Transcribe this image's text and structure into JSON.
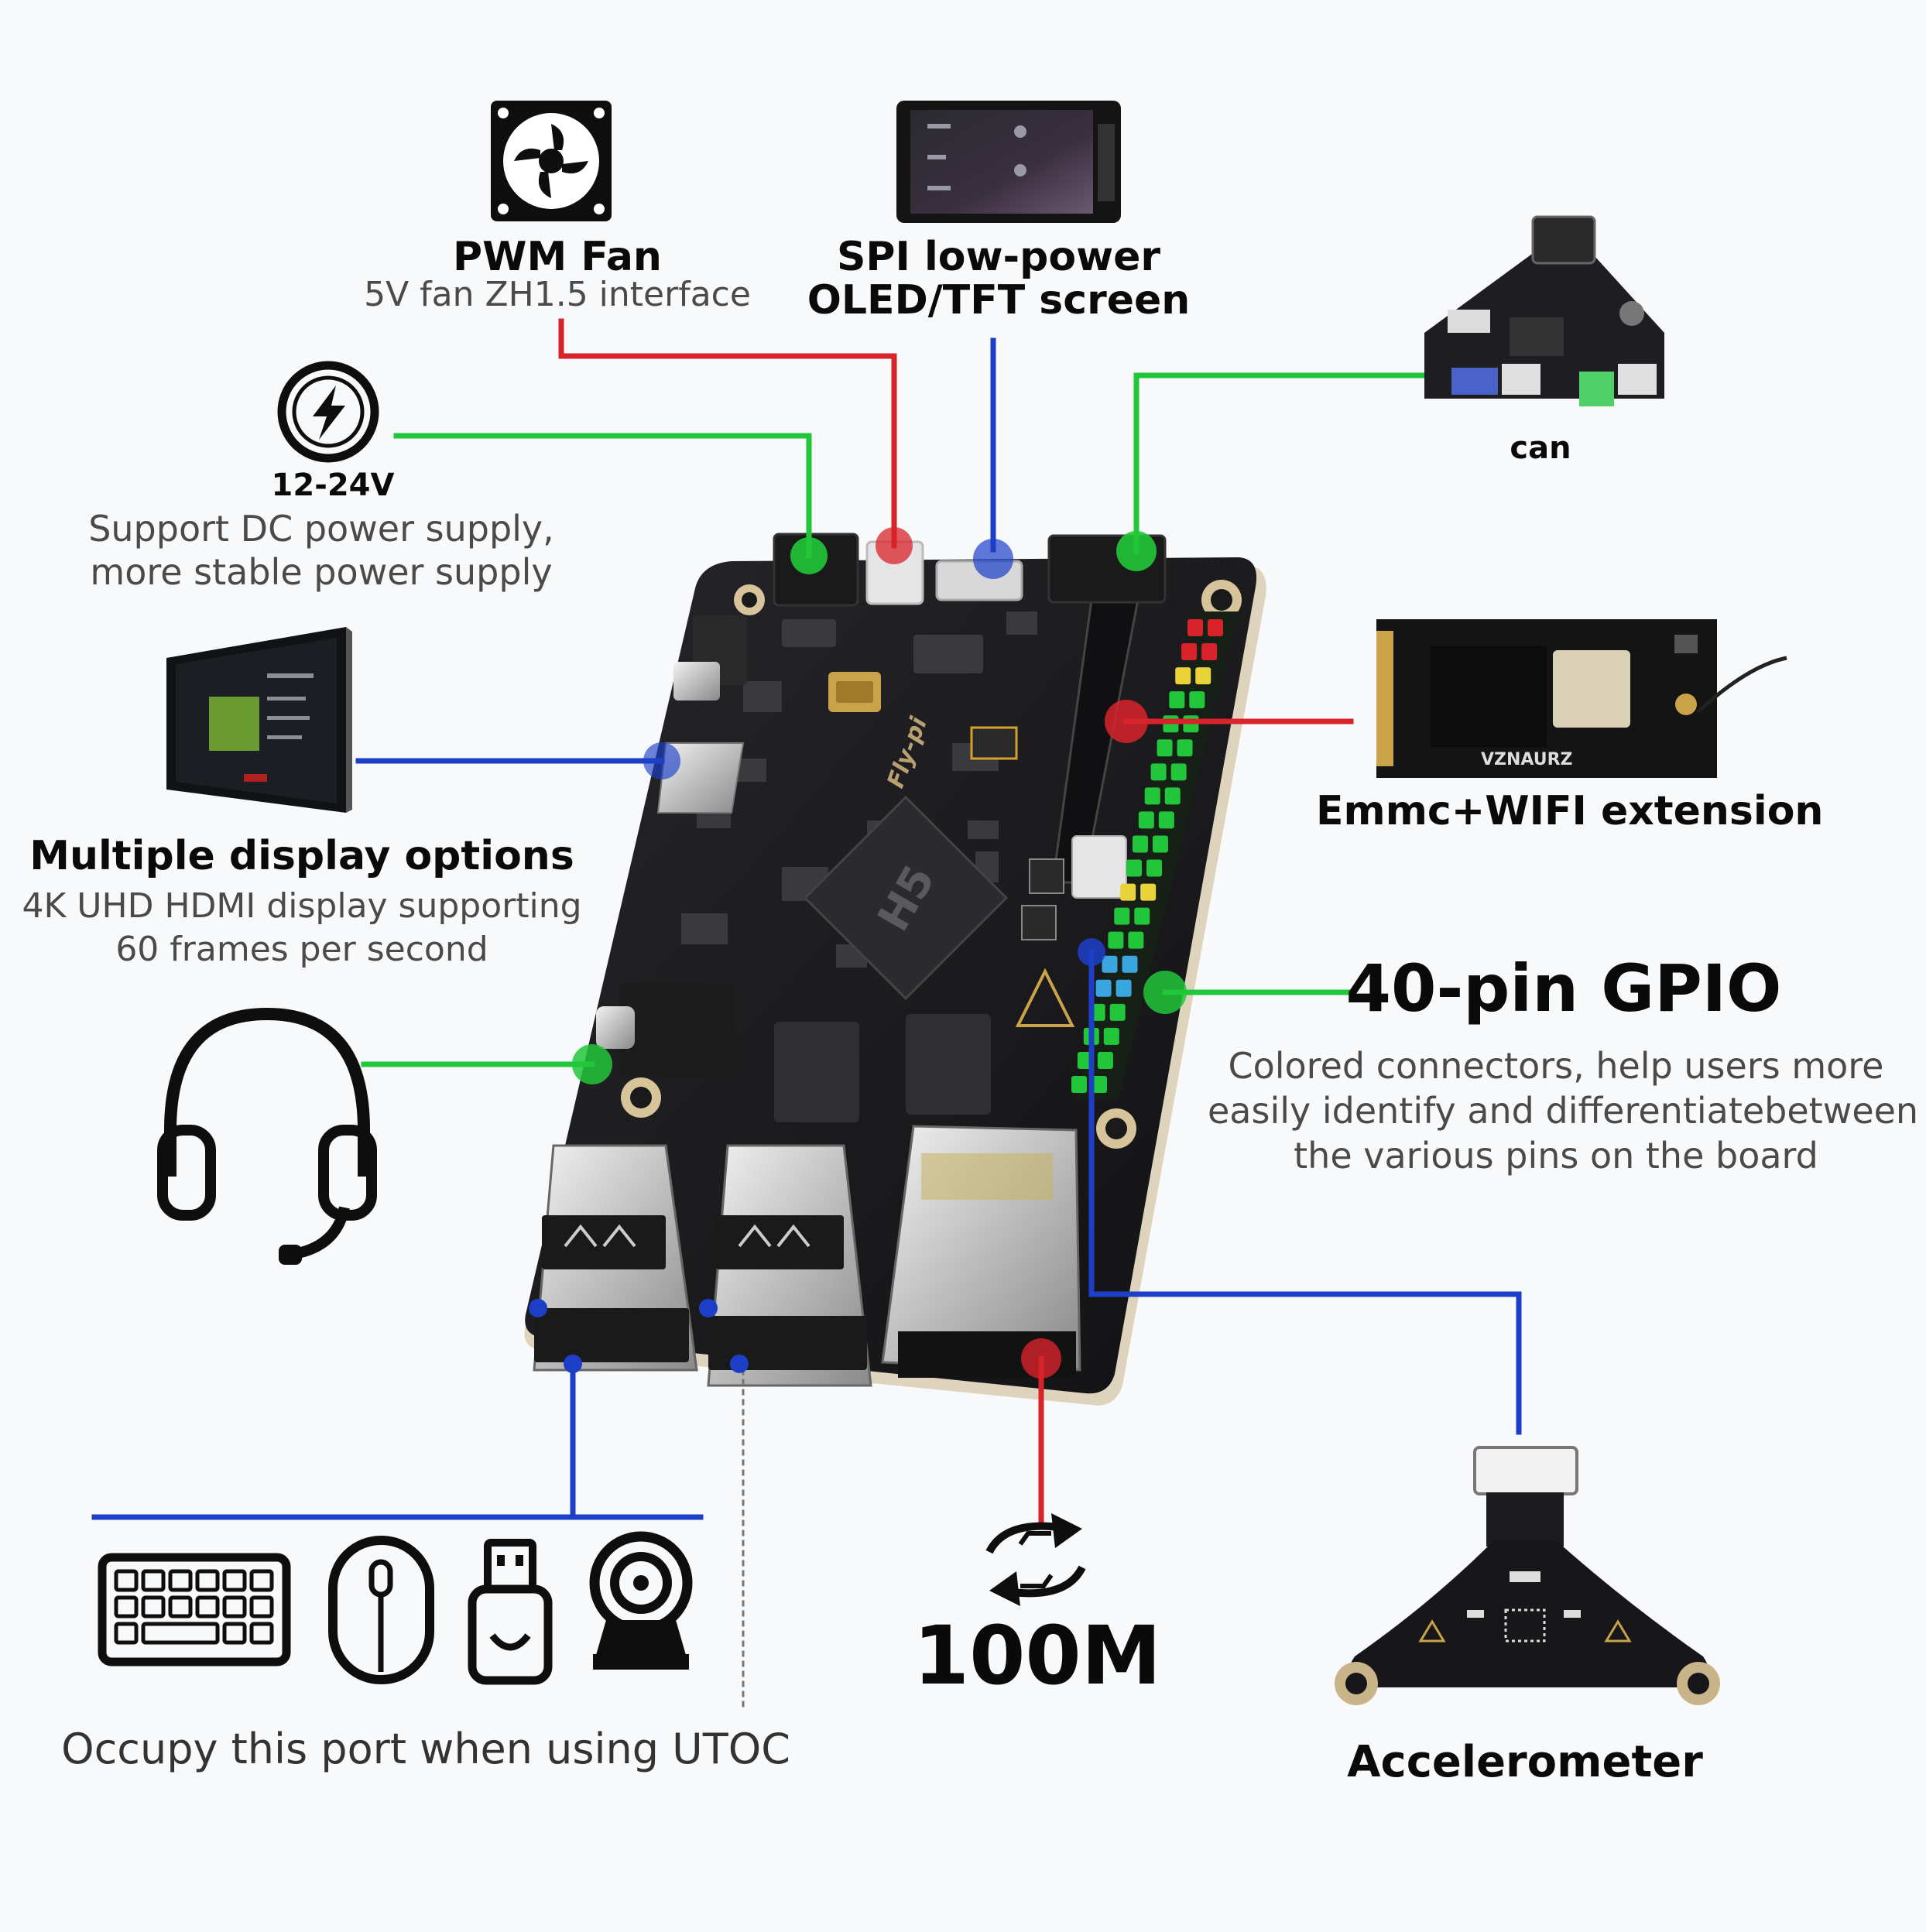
{
  "colors": {
    "red": "#d8232a",
    "green": "#22c63a",
    "blue": "#1d3fc7",
    "board": "#1b1b1d",
    "background": "#f8f9fa"
  },
  "labels": {
    "pwm_fan": {
      "title": "PWM Fan",
      "subtitle": "5V fan ZH1.5 interface",
      "icon": "fan-icon"
    },
    "spi_screen": {
      "title_line1": "SPI low-power",
      "title_line2": "OLED/TFT screen"
    },
    "can": {
      "title": "can"
    },
    "power": {
      "title": "12-24V",
      "line1": "Support DC power supply,",
      "line2": "more stable power supply",
      "icon": "lightning-icon"
    },
    "display": {
      "title": "Multiple display options",
      "line1": "4K UHD HDMI display supporting",
      "line2": "60 frames per second"
    },
    "emmc": {
      "title": "Emmc+WIFI extension",
      "module_marking": "VZNAURZ"
    },
    "gpio": {
      "title": "40-pin GPIO",
      "line1": "Colored connectors, help users more",
      "line2": "easily identify and differentiatebetween",
      "line3": "the various pins on the board"
    },
    "audio": {
      "icon": "headset-icon"
    },
    "usb": {
      "caption": "Occupy this port when using UTOC",
      "icons": [
        "keyboard-icon",
        "mouse-icon",
        "usb-drive-icon",
        "webcam-icon"
      ]
    },
    "ethernet": {
      "title": "100M",
      "icon": "network-transfer-icon"
    },
    "accelerometer": {
      "title": "Accelerometer"
    },
    "board": {
      "brand": "Fly-pi",
      "chip": "H5"
    }
  }
}
